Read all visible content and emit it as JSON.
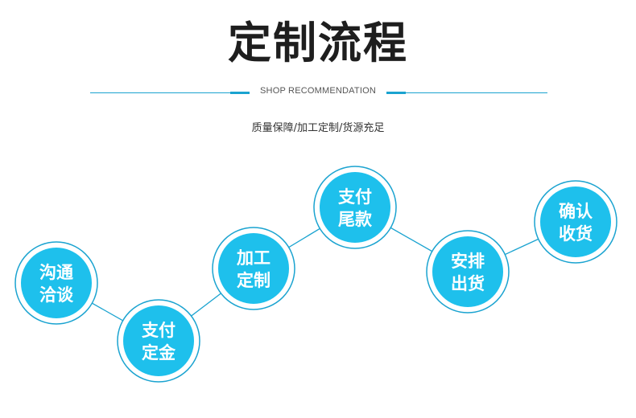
{
  "header": {
    "title": "定制流程",
    "subtitle": "SHOP RECOMMENDATION",
    "tagline": "质量保障/加工定制/货源充足"
  },
  "colors": {
    "accent": "#1aa3d0",
    "node_fill": "#1ec0ec",
    "title": "#1e1e1e"
  },
  "steps": [
    {
      "id": "step-1",
      "line1": "沟通",
      "line2": "洽谈"
    },
    {
      "id": "step-2",
      "line1": "支付",
      "line2": "定金"
    },
    {
      "id": "step-3",
      "line1": "加工",
      "line2": "定制"
    },
    {
      "id": "step-4",
      "line1": "支付",
      "line2": "尾款"
    },
    {
      "id": "step-5",
      "line1": "安排",
      "line2": "出货"
    },
    {
      "id": "step-6",
      "line1": "确认",
      "line2": "收货"
    }
  ]
}
